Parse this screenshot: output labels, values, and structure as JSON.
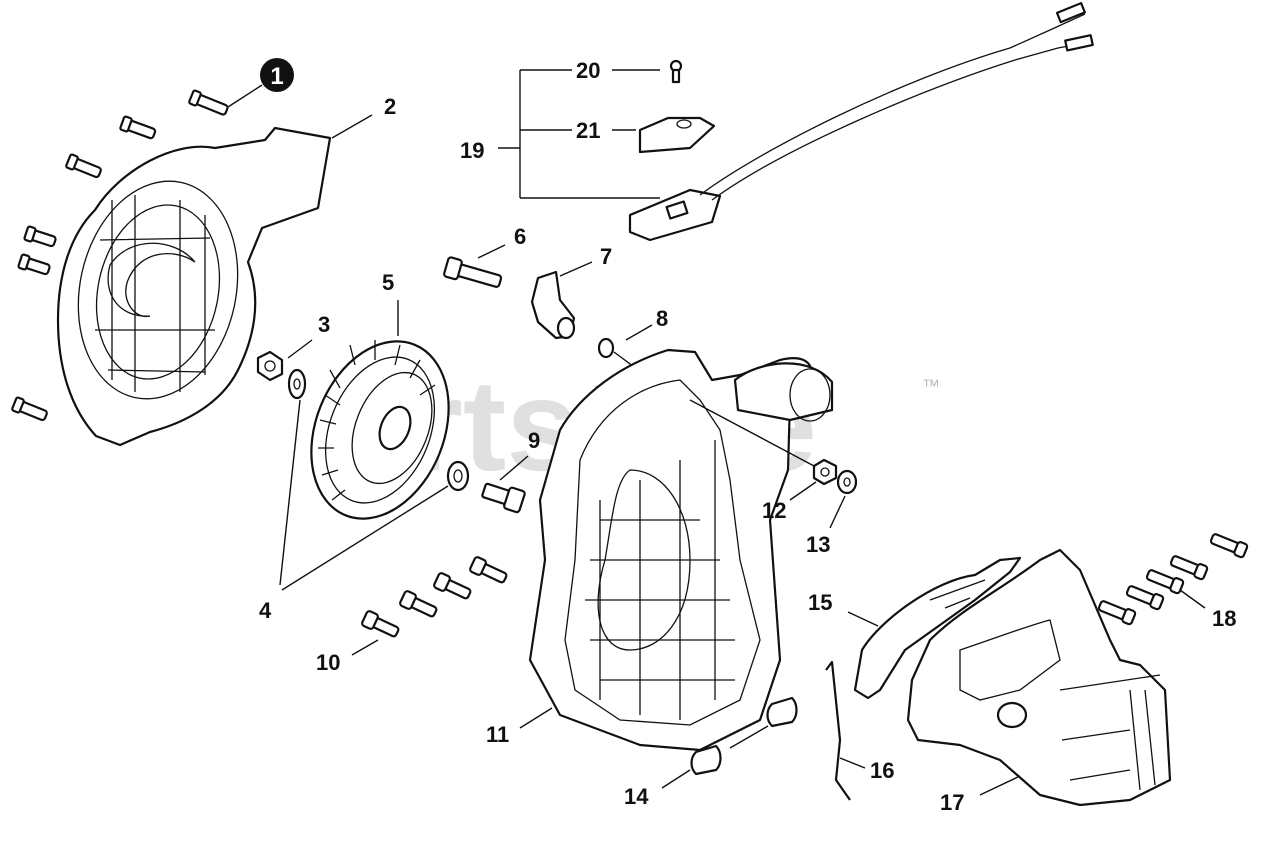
{
  "watermark": {
    "text": "artstree",
    "trademark": "™"
  },
  "callout": "1",
  "labels": {
    "l2": "2",
    "l3": "3",
    "l4": "4",
    "l5": "5",
    "l6": "6",
    "l7": "7",
    "l8": "8",
    "l9": "9",
    "l10": "10",
    "l11": "11",
    "l12": "12",
    "l13": "13",
    "l14": "14",
    "l15": "15",
    "l16": "16",
    "l17": "17",
    "l18": "18",
    "l19": "19",
    "l20": "20",
    "l21": "21"
  },
  "colors": {
    "ink": "#111111",
    "watermark": "#c8c8c8",
    "paper": "#ffffff"
  }
}
